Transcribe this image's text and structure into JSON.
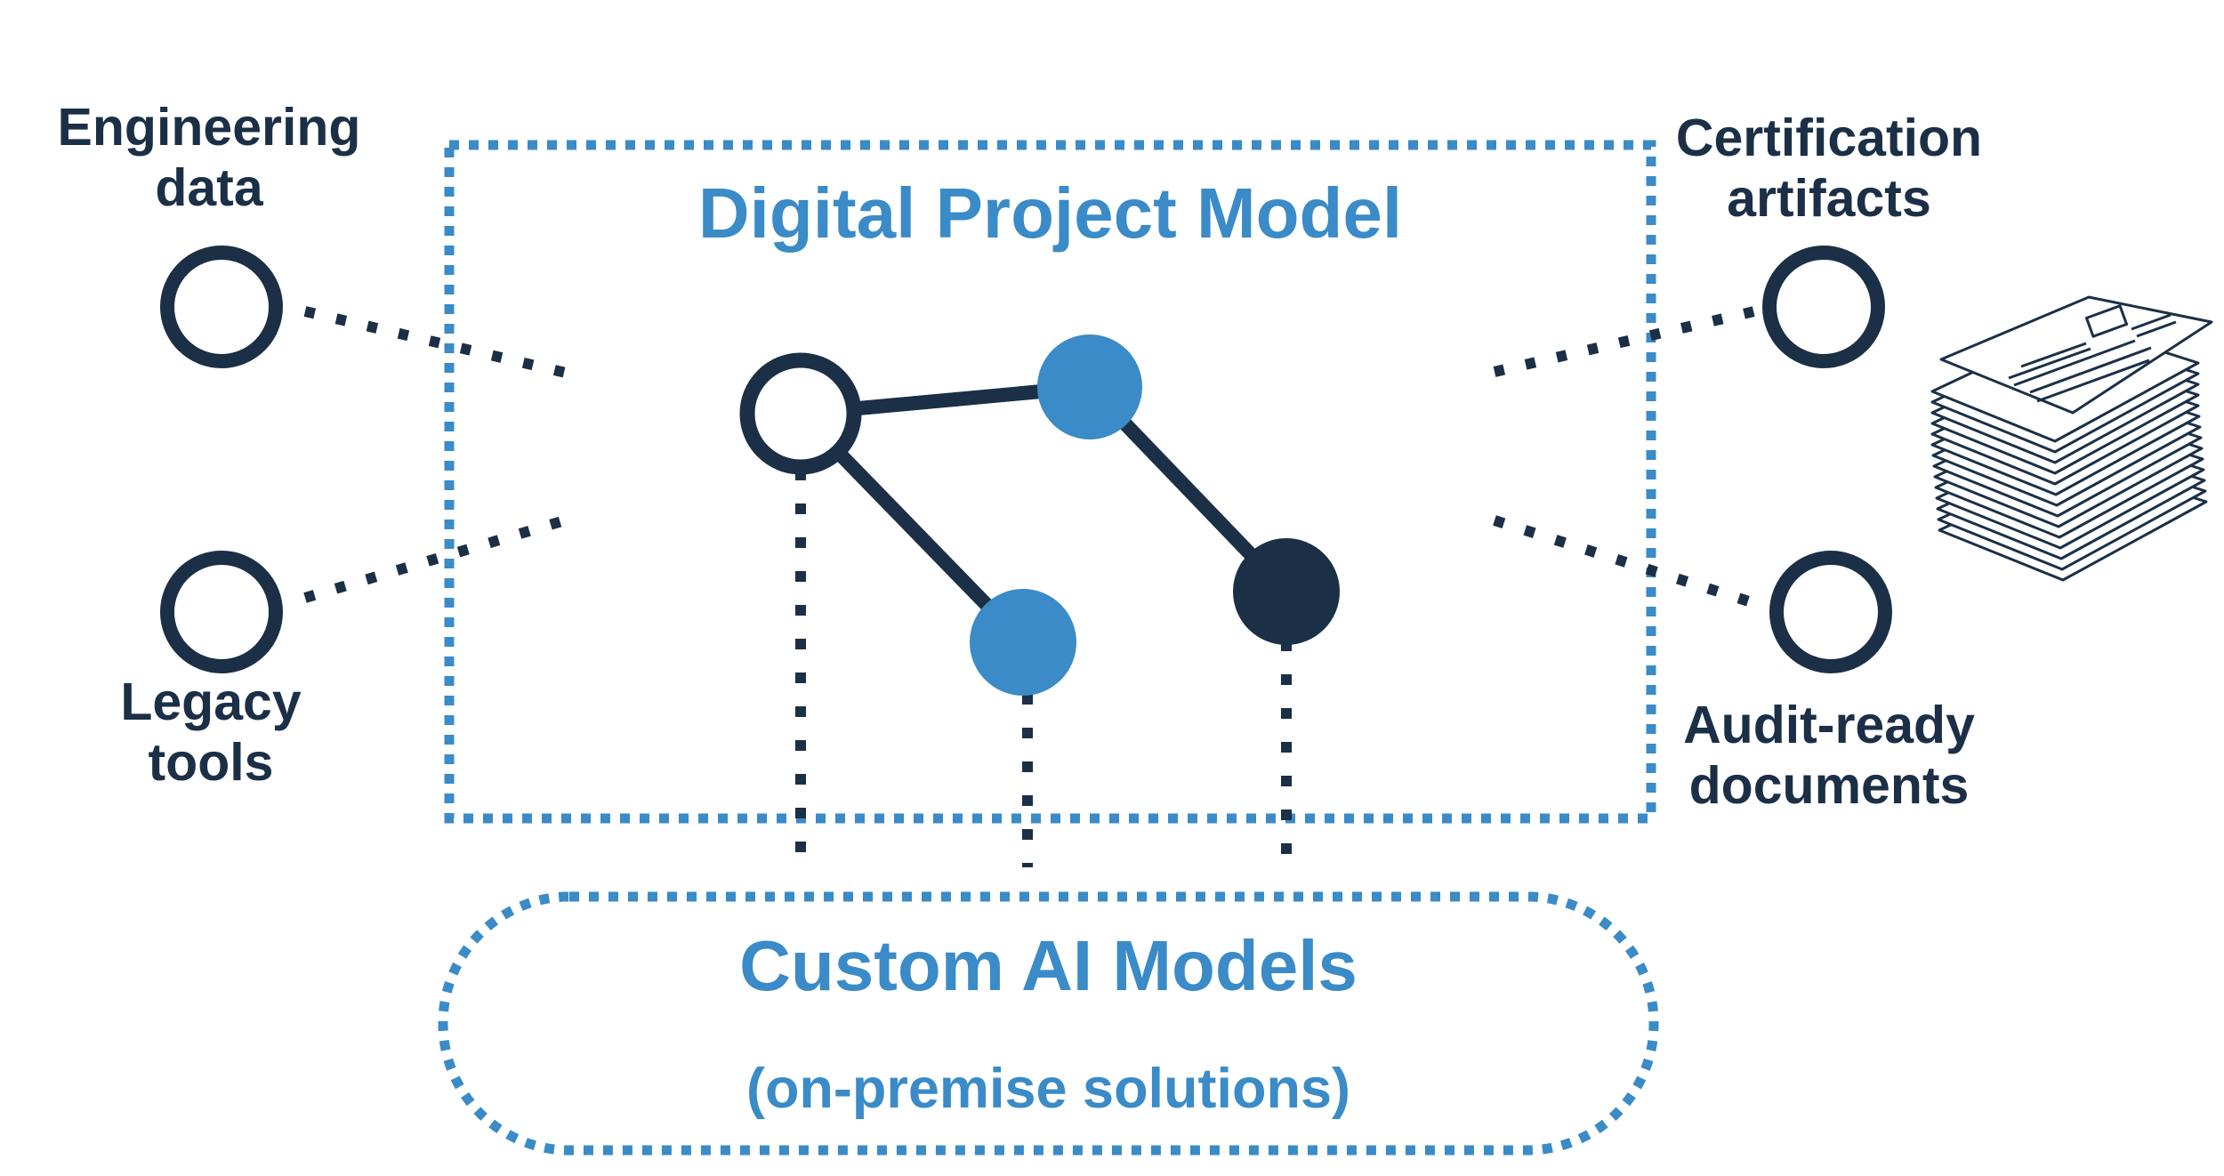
{
  "diagram": {
    "title": "Digital Project Model",
    "ai_box": {
      "title": "Custom AI Models",
      "subtitle": "(on-premise solutions)"
    },
    "inputs": {
      "engineering": "Engineering data",
      "legacy": "Legacy tools"
    },
    "outputs": {
      "certification": "Certification artifacts",
      "audit": "Audit-ready documents"
    },
    "icons": {
      "document_stack": "document-stack-icon"
    },
    "colors": {
      "dark": "#1b2f47",
      "accent_blue": "#3a8bc7"
    }
  }
}
